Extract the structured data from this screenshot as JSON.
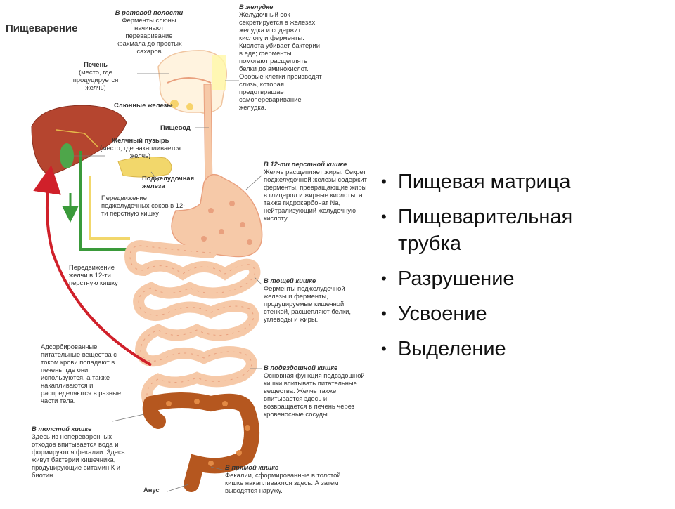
{
  "title": "Пищеварение",
  "labels": {
    "mouth": {
      "heading": "В ротовой полости",
      "text": "Ферменты слюны начинают переваривание крахмала до простых сахаров"
    },
    "stomach": {
      "heading": "В желудке",
      "text": "Желудочный сок секретируется в железах желудка и содержит кислоту и ферменты. Кислота убивает бактерии в еде; ферменты помогают расщеплять белки до аминокислот. Особые клетки производят слизь, которая предотвращает самопереваривание желудка."
    },
    "liver": {
      "heading": "Печень",
      "text": "(место, где продуцируется желчь)"
    },
    "salivary": {
      "heading": "Слюнные железы"
    },
    "esophagus": {
      "heading": "Пищевод"
    },
    "gallbladder": {
      "heading": "Желчный пузырь",
      "text": "(место, где накапливается желчь)"
    },
    "pancreas": {
      "heading": "Поджелудочная железа"
    },
    "pancreatic_juice": {
      "text": "Передвижение поджелудочных соков в 12-ти перстную кишку"
    },
    "duodenum": {
      "heading": "В 12-ти перстной кишке",
      "text": "Желчь расщепляет жиры. Секрет поджелудочной железы содержит ферменты, превращающие жиры в глицерол и жирные кислоты, а также гидрокарбонат Na, нейтрализующий желудочную кислоту."
    },
    "bile_move": {
      "text": "Передвижение желчи в 12-ти перстную кишку"
    },
    "jejunum": {
      "heading": "В тощей кишке",
      "text": "Ферменты поджелудочной железы и ферменты, продуцируемые кишечной стенкой, расщепляют белки, углеводы и жиры."
    },
    "absorbed": {
      "text": "Адсорбированные питательные вещества с током крови попадают в печень, где они используются, а также накапливаются и распределяются в разные части тела."
    },
    "ileum": {
      "heading": "В подвздошной кишке",
      "text": "Основная функция подвздошной кишки впитывать питательные вещества. Желчь также впитывается здесь и возвращается в печень через кровеносные сосуды."
    },
    "colon": {
      "heading": "В толстой кишке",
      "text": "Здесь из непереваренных отходов впитывается вода и формируются фекалии. Здесь живут бактерии кишечника, продуцирующие витамин К и биотин"
    },
    "anus": {
      "heading": "Анус"
    },
    "rectum": {
      "heading": "В прямой кишке",
      "text": "Фекалии, сформированные в толстой кишке накапливаются здесь. А затем выводятся наружу."
    }
  },
  "bullets": [
    {
      "text": "Пищевая матрица"
    },
    {
      "text": "Пищеварительная трубка"
    },
    {
      "text": "Разрушение"
    },
    {
      "text": "Усвоение"
    },
    {
      "text": "Выделение"
    }
  ],
  "colors": {
    "tract": "#f6c9a8",
    "tract_edge": "#e9a07e",
    "liver": "#b5452f",
    "colon": "#b5571f",
    "bile_green": "#3a9a3a",
    "juice_yellow": "#f2d76b",
    "arrow_red": "#d0202a"
  }
}
